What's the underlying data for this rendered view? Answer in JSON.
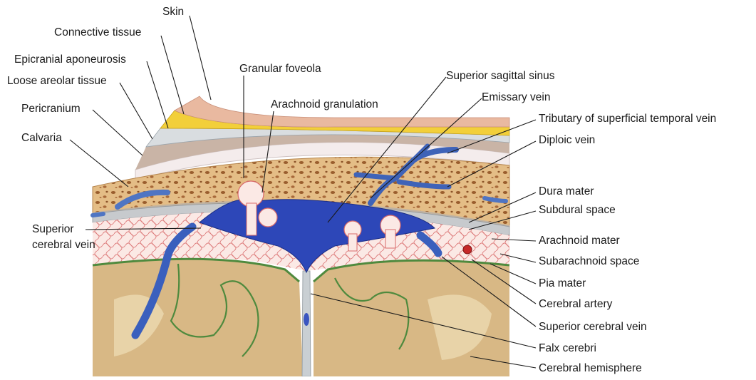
{
  "labels": {
    "skin": "Skin",
    "connective_tissue": "Connective tissue",
    "epicranial_aponeurosis": "Epicranial aponeurosis",
    "loose_areolar_tissue": "Loose areolar tissue",
    "pericranium": "Pericranium",
    "calvaria": "Calvaria",
    "superior_cerebral_vein_left": "Superior cerebral vein",
    "granular_foveola": "Granular foveola",
    "arachnoid_granulation": "Arachnoid granulation",
    "superior_sagittal_sinus": "Superior sagittal sinus",
    "emissary_vein": "Emissary vein",
    "tributary_superficial_temporal_vein": "Tributary of superficial temporal vein",
    "diploic_vein": "Diploic vein",
    "dura_mater": "Dura mater",
    "subdural_space": "Subdural space",
    "arachnoid_mater": "Arachnoid mater",
    "subarachnoid_space": "Subarachnoid space",
    "pia_mater": "Pia mater",
    "cerebral_artery": "Cerebral artery",
    "superior_cerebral_vein_right": "Superior cerebral vein",
    "falx_cerebri": "Falx cerebri",
    "cerebral_hemisphere": "Cerebral hemisphere"
  },
  "colors": {
    "skin": "#e9b9a0",
    "connective": "#f2cf3a",
    "aponeurosis": "#d9dde0",
    "bone": "#e6c08a",
    "bone_pores": "#9a5e2e",
    "venous": "#2d47b8",
    "vein_light": "#6f93c9",
    "arachnoid": "#fbe8e4",
    "arachnoid_web": "#d86a6a",
    "pia": "#4f8a3e",
    "brain": "#d9b986",
    "artery": "#c62828"
  }
}
